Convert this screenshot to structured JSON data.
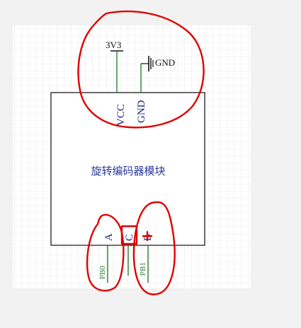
{
  "schematic": {
    "module_label": "旋转编码器模块",
    "power_label": "3V3",
    "ground_label": "GND",
    "pin_vcc": "VCC",
    "pin_gnd": "GND",
    "pin_a": "A",
    "pin_c": "C",
    "pin_b": "B",
    "net_pb0": "PB0",
    "net_pb1": "PB1"
  },
  "colors": {
    "wire": "#2e7d32",
    "pin_text": "#1a237e",
    "body_outline": "#111111",
    "annotation": "#e00000",
    "grid": "#d6d6d6"
  }
}
